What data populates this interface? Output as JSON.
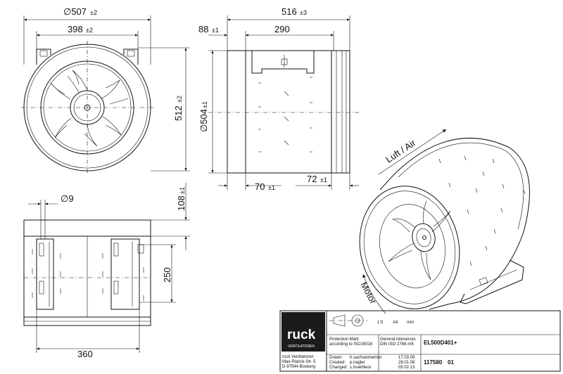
{
  "dimensions": {
    "front_diameter": "∅507",
    "front_diameter_tol": "±2",
    "front_bolt": "398",
    "front_bolt_tol": "±2",
    "front_height": "512",
    "front_height_tol": "±2",
    "side_length": "516",
    "side_length_tol": "±3",
    "side_flange": "88",
    "side_flange_tol": "±1",
    "side_bracket": "290",
    "side_diameter": "∅504",
    "side_diameter_tol": "±1",
    "side_bottom_left": "70",
    "side_bottom_left_tol": "±1",
    "side_bottom_right": "72",
    "side_bottom_right_tol": "±1",
    "top_hole": "∅9",
    "top_height": "108",
    "top_height_tol": "±1",
    "top_foot": "250",
    "top_width": "360"
  },
  "annotations": {
    "airflow": "Luft / Air",
    "rotation": "Motor"
  },
  "title_block": {
    "brand": "ruck",
    "brand_sub": "VENTILATOREN",
    "company_line1": "ruck Ventilatoren",
    "company_line2": "Max-Planck-Str. 5",
    "company_line3": "D-97944 Boxberg",
    "scale": "1:5",
    "paper": "A4",
    "unit": "mm",
    "protection_mark": "Protection Mark",
    "protection_std": "according to ISO16016",
    "tolerances": "General tolerances",
    "tolerances_std": "DIN ISO 2768-mK",
    "model": "EL500D401+",
    "drawn_label": "Drawn:",
    "drawn_name": "h.sachsenheimer",
    "drawn_date": "17.03.09",
    "created_label": "Created:",
    "created_name": "p.nagler",
    "created_date": "28.01.08",
    "changed_label": "Changed:",
    "changed_name": "s.muehleck",
    "changed_date": "05.02.13",
    "part_number": "117580",
    "revision": "01"
  }
}
